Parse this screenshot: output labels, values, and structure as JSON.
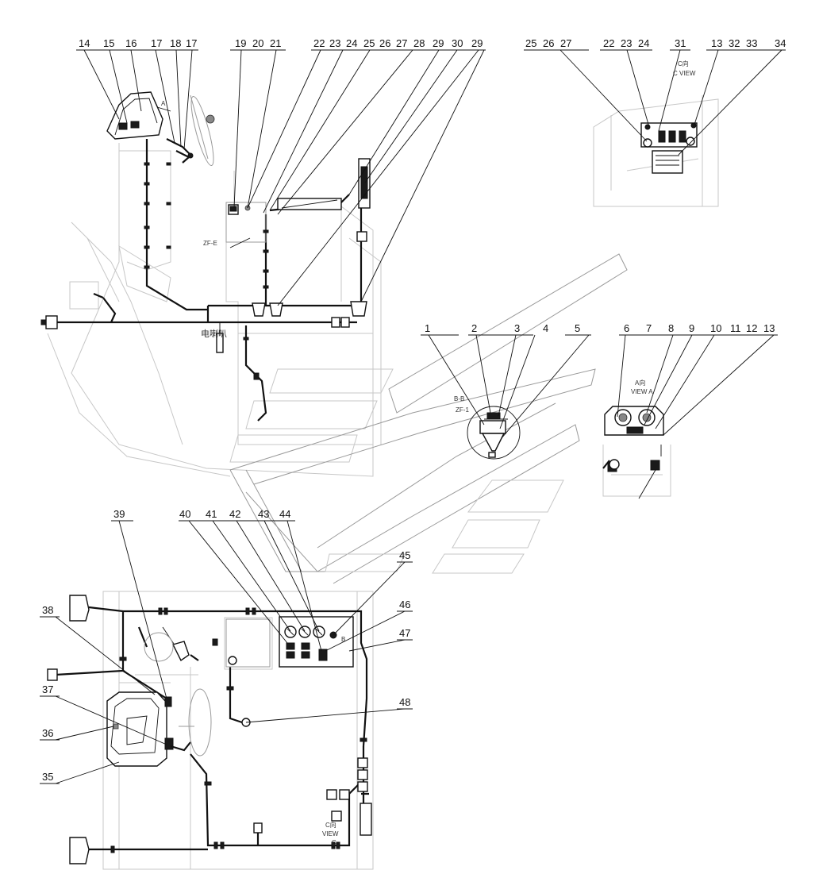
{
  "callouts_top_left": [
    "14",
    "15",
    "16",
    "17",
    "18",
    "17",
    "19",
    "20",
    "21",
    "22",
    "23",
    "24",
    "25",
    "26",
    "27",
    "28",
    "29",
    "30",
    "29"
  ],
  "callouts_c_view": [
    "25",
    "26",
    "27",
    "22",
    "23",
    "24",
    "31",
    "13",
    "32",
    "33",
    "34"
  ],
  "callouts_b_b": [
    "1",
    "2",
    "3",
    "4",
    "5"
  ],
  "callouts_a_view": [
    "6",
    "7",
    "8",
    "9",
    "10",
    "11",
    "12",
    "13"
  ],
  "callouts_bottom_top": [
    "39",
    "40",
    "41",
    "42",
    "43",
    "44",
    "45",
    "46",
    "47"
  ],
  "callouts_bottom_side": [
    "38",
    "37",
    "36",
    "35",
    "48"
  ],
  "annotations": {
    "c_view_cn": "C向",
    "c_view_en": "C VIEW",
    "a_view_cn": "A向",
    "a_view_en": "VIEW A",
    "section_bb": "B-B",
    "section_bb_sub": "ZF-1",
    "zf_label": "ZF-E",
    "solenoid_label": "电喇叭",
    "arrow_a": "A",
    "c_view2_cn": "C向",
    "c_view2_en": "VIEW",
    "c_letter": "C",
    "b_letter": "B"
  }
}
